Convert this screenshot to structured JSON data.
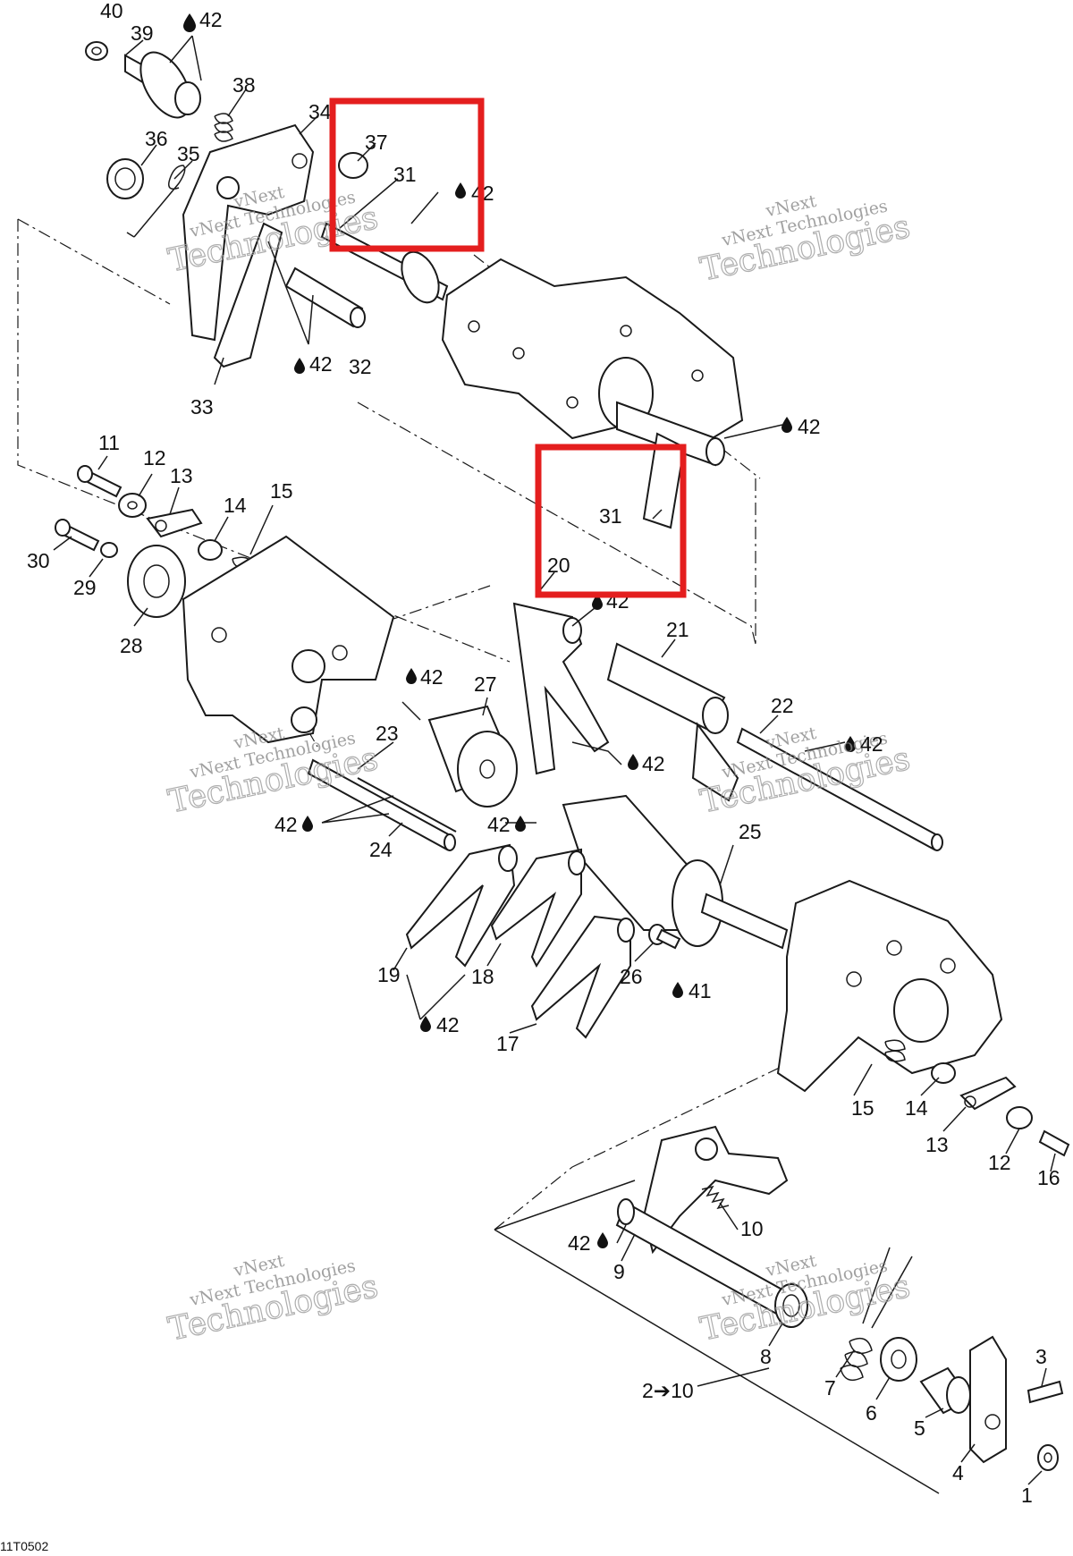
{
  "diagram_code": "11T0502",
  "watermark": {
    "line1": "vNext",
    "line2": "Technologies",
    "line3": "vNext Technologies"
  },
  "callouts": [
    {
      "id": "c40",
      "text": "40"
    },
    {
      "id": "c39",
      "text": "39"
    },
    {
      "id": "c42a",
      "text": "42"
    },
    {
      "id": "c38",
      "text": "38"
    },
    {
      "id": "c34",
      "text": "34"
    },
    {
      "id": "c37",
      "text": "37"
    },
    {
      "id": "c31a",
      "text": "31"
    },
    {
      "id": "c42b",
      "text": "42"
    },
    {
      "id": "c36",
      "text": "36"
    },
    {
      "id": "c35",
      "text": "35"
    },
    {
      "id": "c42c",
      "text": "42"
    },
    {
      "id": "c32",
      "text": "32"
    },
    {
      "id": "c33",
      "text": "33"
    },
    {
      "id": "c42d",
      "text": "42"
    },
    {
      "id": "c11",
      "text": "11"
    },
    {
      "id": "c12",
      "text": "12"
    },
    {
      "id": "c13",
      "text": "13"
    },
    {
      "id": "c15a",
      "text": "15"
    },
    {
      "id": "c14a",
      "text": "14"
    },
    {
      "id": "c30",
      "text": "30"
    },
    {
      "id": "c29",
      "text": "29"
    },
    {
      "id": "c28",
      "text": "28"
    },
    {
      "id": "c31b",
      "text": "31"
    },
    {
      "id": "c20",
      "text": "20"
    },
    {
      "id": "c42e",
      "text": "42"
    },
    {
      "id": "c21",
      "text": "21"
    },
    {
      "id": "c42f",
      "text": "42"
    },
    {
      "id": "c27",
      "text": "27"
    },
    {
      "id": "c23",
      "text": "23"
    },
    {
      "id": "c22",
      "text": "22"
    },
    {
      "id": "c42g",
      "text": "42"
    },
    {
      "id": "c42h",
      "text": "42"
    },
    {
      "id": "c42i",
      "text": "42"
    },
    {
      "id": "c24",
      "text": "24"
    },
    {
      "id": "c42j",
      "text": "42"
    },
    {
      "id": "c25",
      "text": "25"
    },
    {
      "id": "c19",
      "text": "19"
    },
    {
      "id": "c18",
      "text": "18"
    },
    {
      "id": "c26",
      "text": "26"
    },
    {
      "id": "c41",
      "text": "41"
    },
    {
      "id": "c42k",
      "text": "42"
    },
    {
      "id": "c17",
      "text": "17"
    },
    {
      "id": "c15b",
      "text": "15"
    },
    {
      "id": "c14b",
      "text": "14"
    },
    {
      "id": "c13b",
      "text": "13"
    },
    {
      "id": "c12b",
      "text": "12"
    },
    {
      "id": "c16",
      "text": "16"
    },
    {
      "id": "c10",
      "text": "10"
    },
    {
      "id": "c42l",
      "text": "42"
    },
    {
      "id": "c9",
      "text": "9"
    },
    {
      "id": "c8",
      "text": "8"
    },
    {
      "id": "c7",
      "text": "7"
    },
    {
      "id": "c6",
      "text": "6"
    },
    {
      "id": "c5",
      "text": "5"
    },
    {
      "id": "c3",
      "text": "3"
    },
    {
      "id": "c4",
      "text": "4"
    },
    {
      "id": "c1",
      "text": "1"
    },
    {
      "id": "c2to10",
      "text": "2➔10"
    }
  ],
  "highlight_color": "#e41e1e"
}
